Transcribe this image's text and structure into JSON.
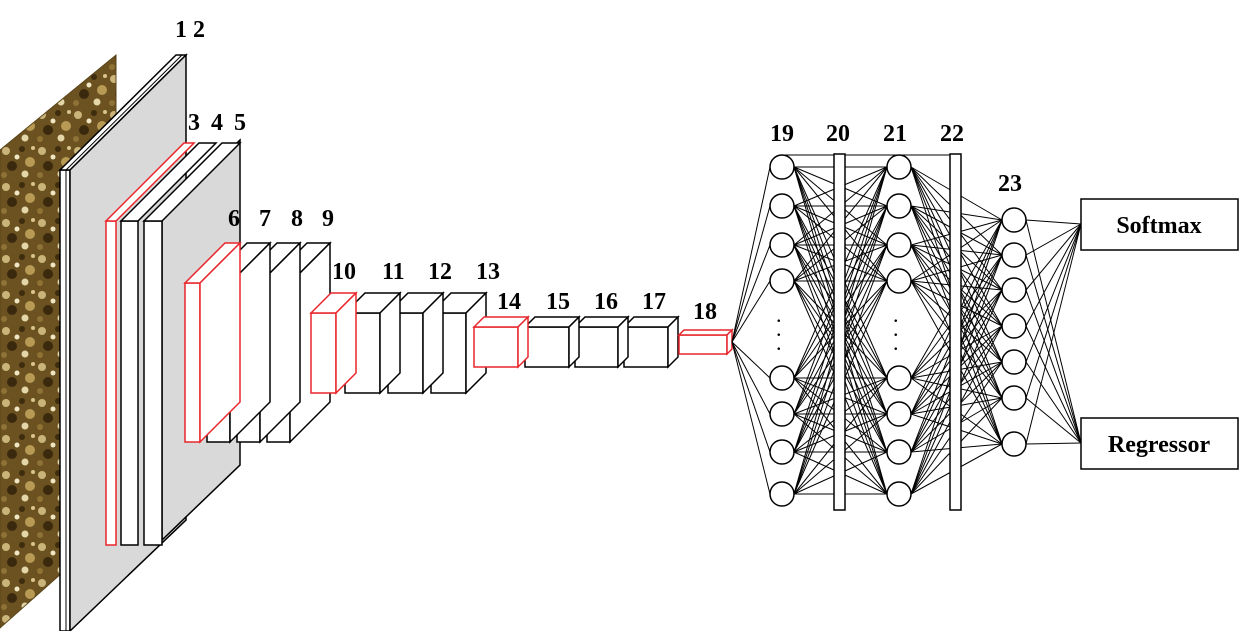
{
  "layer_labels": [
    "1 2",
    "3",
    "4",
    "5",
    "6",
    "7",
    "8",
    "9",
    "10",
    "11",
    "12",
    "13",
    "14",
    "15",
    "16",
    "17",
    "18",
    "19",
    "20",
    "21",
    "22",
    "23"
  ],
  "outputs": {
    "softmax": "Softmax",
    "regressor": "Regressor"
  },
  "colors": {
    "highlight": "#e8262b",
    "stroke": "#000000",
    "panel_fill": "#d9d9d9",
    "block_fill": "#ffffff"
  }
}
